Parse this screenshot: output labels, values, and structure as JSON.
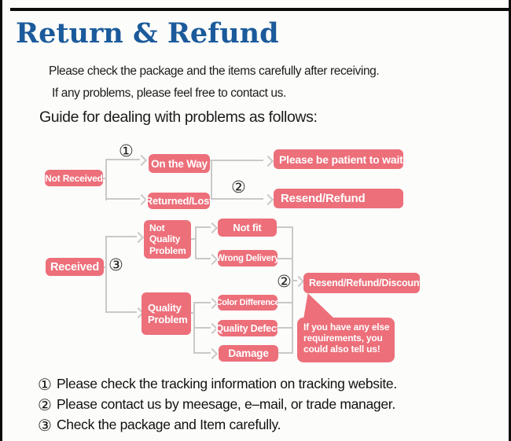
{
  "header": {
    "title": "Return & Refund"
  },
  "intro": {
    "line1": "Please check the package and the items carefully after receiving.",
    "line2": "If any problems, please feel free to contact us.",
    "guide_heading": "Guide for dealing with problems as follows:"
  },
  "flowchart": {
    "markers": {
      "m1": "①",
      "m2": "②",
      "m3": "③"
    },
    "nodes": {
      "not_received": "Not Received",
      "on_the_way": "On the Way",
      "returned_lost": "Returned/Lost",
      "be_patient": "Please be patient to wait",
      "resend_refund": "Resend/Refund",
      "received": "Received",
      "not_quality_problem": "Not Quality Problem",
      "quality_problem": "Quality Problem",
      "not_fit": "Not fit",
      "wrong_delivery": "Wrong Delivery",
      "color_difference": "Color Difference",
      "quality_defect": "Quality Defect",
      "damage": "Damage",
      "resend_refund_discount": "Resend/Refund/Discount",
      "bubble": "If you have any else requirements, you could also tell us!"
    }
  },
  "notes": [
    {
      "num": "①",
      "text": "Please check the tracking information on tracking website."
    },
    {
      "num": "②",
      "text": "Please contact us by meesage, e–mail, or trade manager."
    },
    {
      "num": "③",
      "text": "Check the package and Item carefully."
    }
  ],
  "colors": {
    "title_blue": "#1b5a9b",
    "node_pink": "#ec6f7a",
    "connector_gray": "#c9c9c9"
  }
}
